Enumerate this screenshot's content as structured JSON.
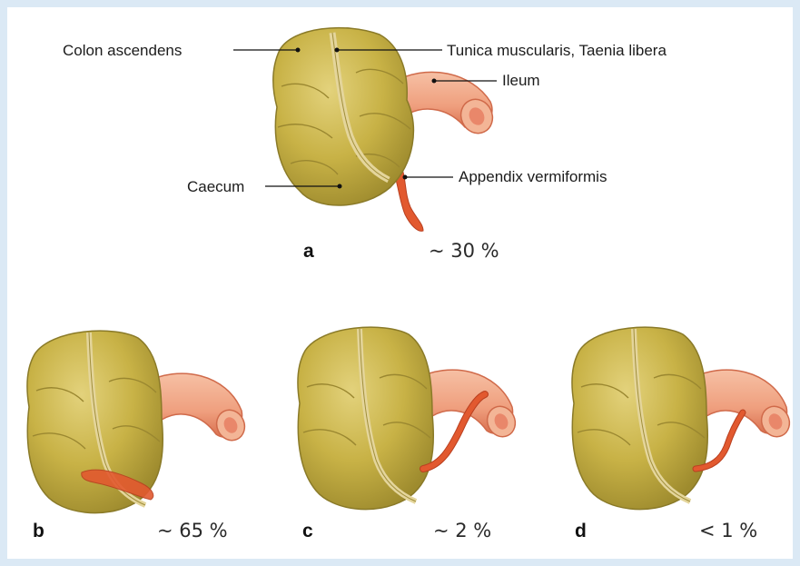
{
  "figure": {
    "labels": {
      "colon_ascendens": "Colon ascendens",
      "tunica": "Tunica muscularis, Taenia libera",
      "ileum": "Ileum",
      "caecum": "Caecum",
      "appendix": "Appendix vermiformis"
    },
    "panels": [
      {
        "letter": "a",
        "percent": "~ 30 %"
      },
      {
        "letter": "b",
        "percent": "~ 65 %"
      },
      {
        "letter": "c",
        "percent": "~ 2 %"
      },
      {
        "letter": "d",
        "percent": "< 1 %"
      }
    ]
  },
  "colors": {
    "colon_fill": "#c9b34a",
    "colon_shade": "#9c8a2d",
    "colon_highlight": "#e0d27e",
    "ileum_fill": "#f1a889",
    "ileum_edge": "#d97052",
    "appendix_fill": "#e0552e",
    "background": "#dbe9f5"
  }
}
